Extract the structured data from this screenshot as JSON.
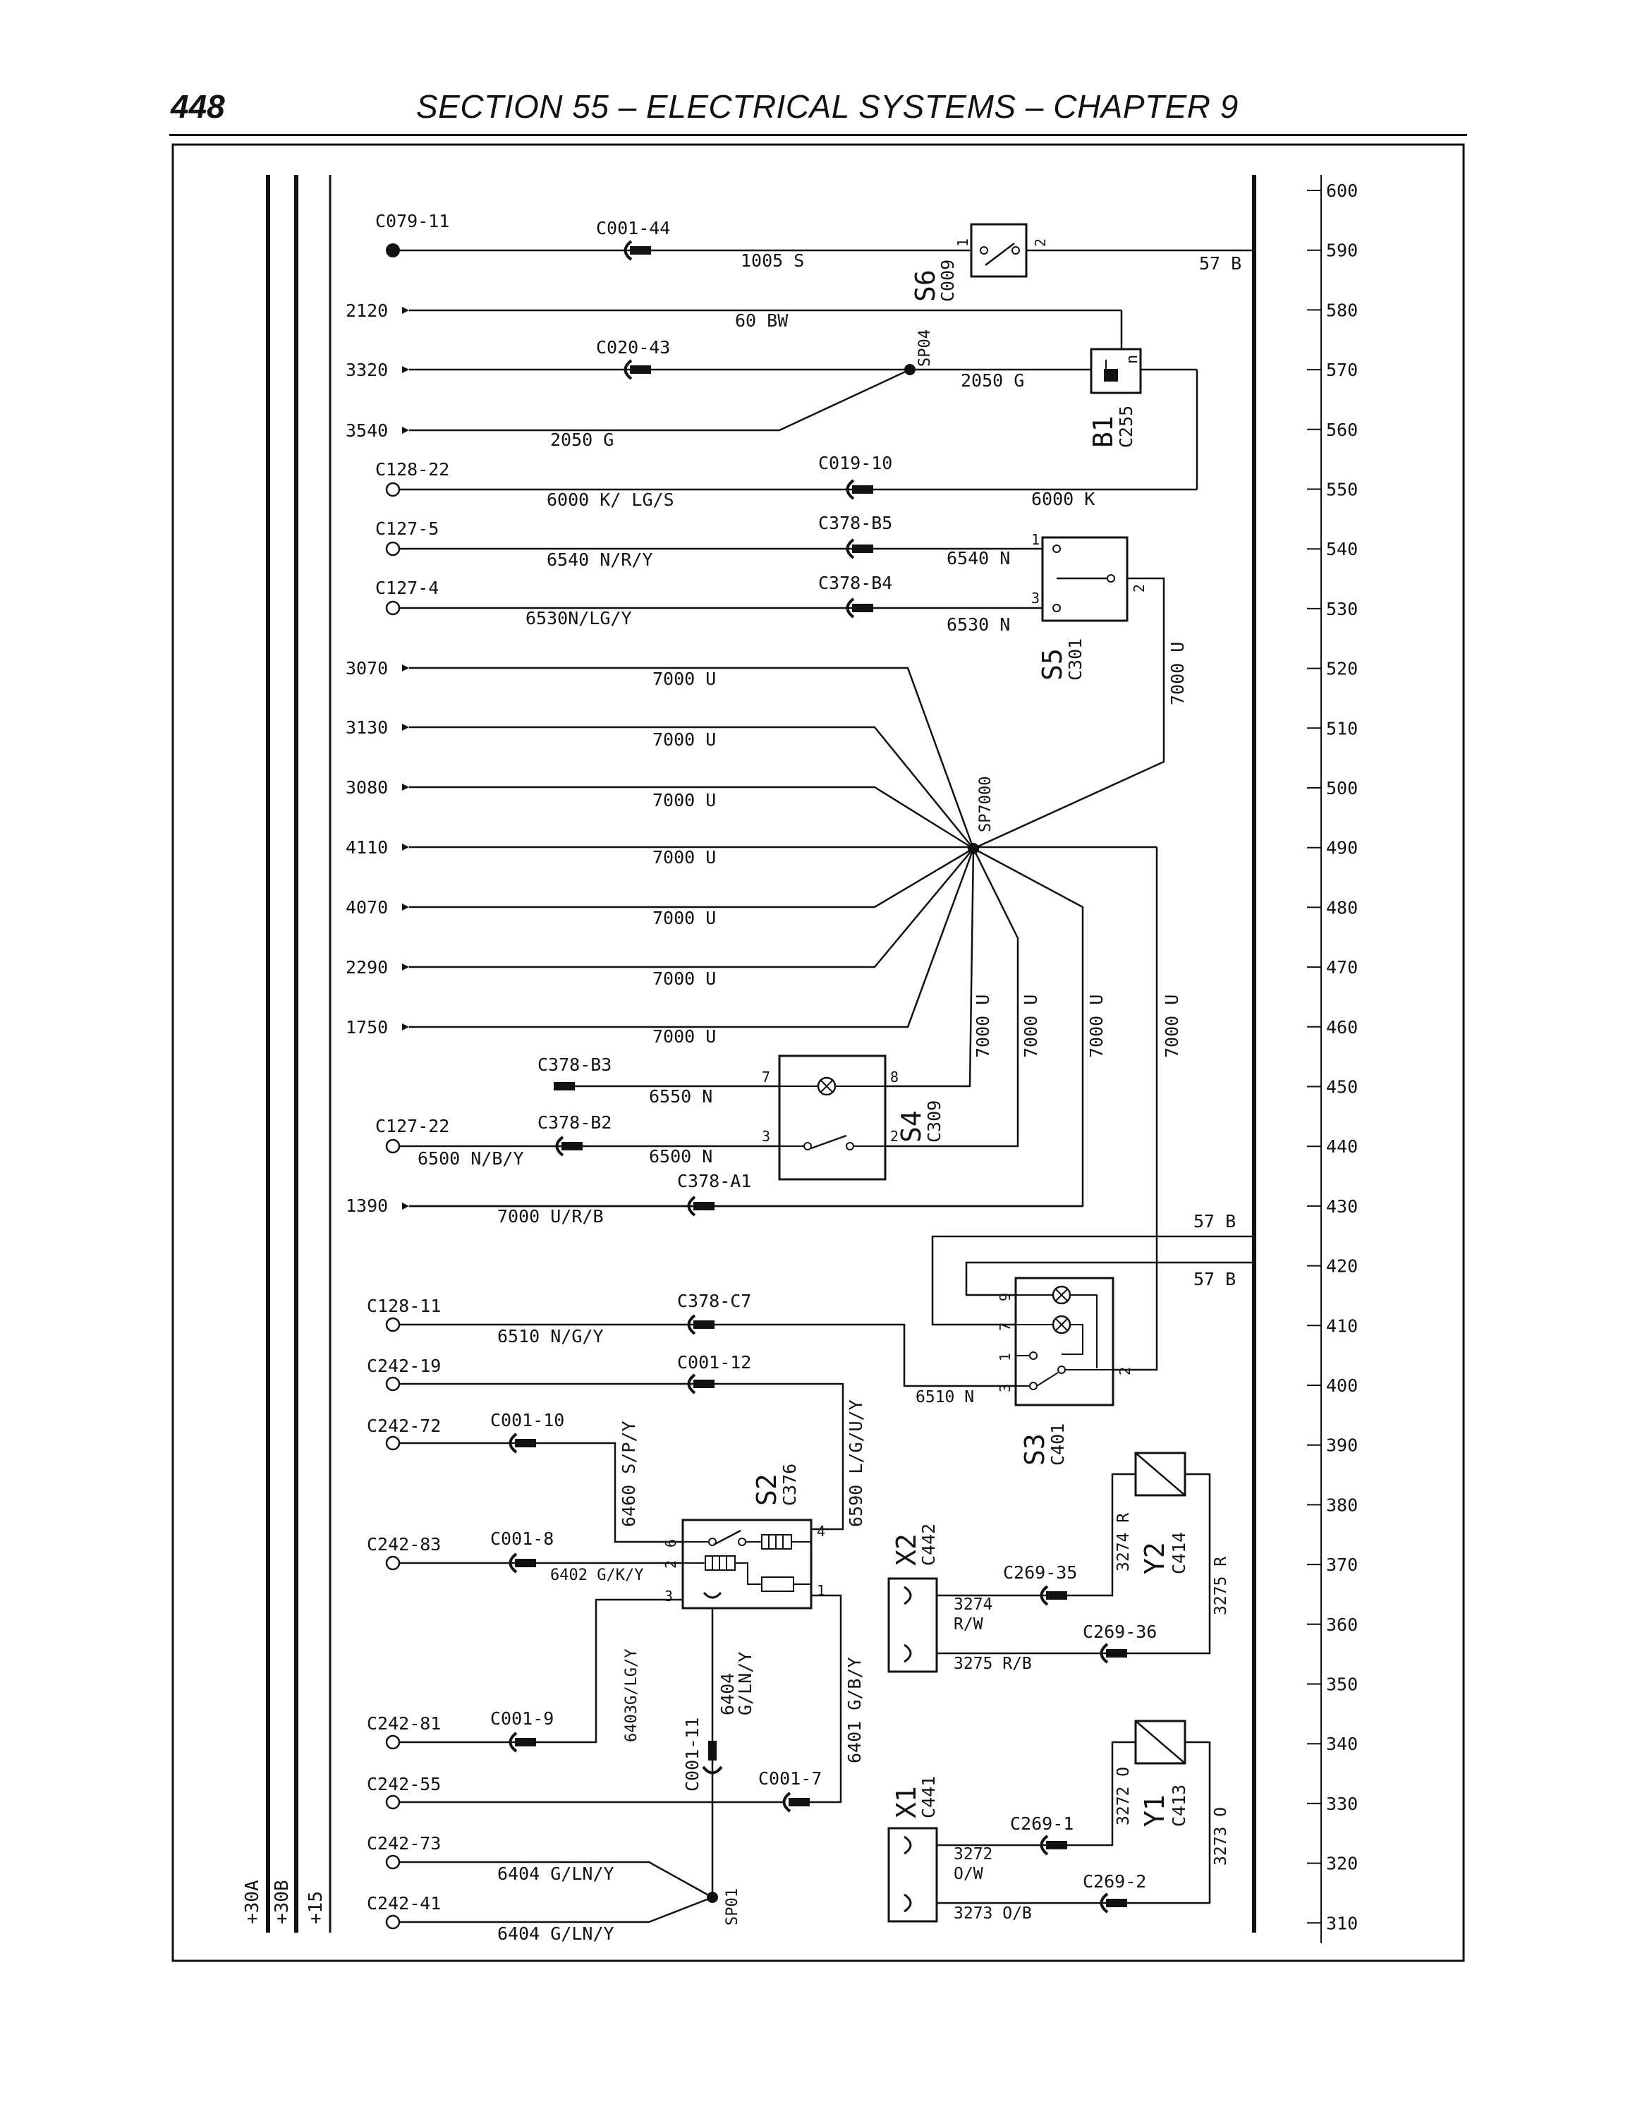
{
  "header": {
    "page_number": "448",
    "title": "SECTION 55 – ELECTRICAL SYSTEMS – CHAPTER 9"
  },
  "rails": [
    "+30A",
    "+30B",
    "+15"
  ],
  "scale": [
    "600",
    "590",
    "580",
    "570",
    "560",
    "550",
    "540",
    "530",
    "520",
    "510",
    "500",
    "490",
    "480",
    "470",
    "460",
    "450",
    "440",
    "430",
    "420",
    "410",
    "400",
    "390",
    "380",
    "370",
    "360",
    "350",
    "340",
    "330",
    "320",
    "310"
  ],
  "connectors": [
    "C079-11",
    "C001-44",
    "C020-43",
    "C019-10",
    "C128-22",
    "C127-5",
    "C127-4",
    "C378-B5",
    "C378-B4",
    "C378-B3",
    "C378-B2",
    "C127-22",
    "C378-A1",
    "C128-11",
    "C378-C7",
    "C242-19",
    "C001-12",
    "C242-72",
    "C001-10",
    "C242-83",
    "C001-8",
    "C242-81",
    "C001-9",
    "C242-55",
    "C001-7",
    "C001-11",
    "C242-73",
    "C242-41",
    "C269-35",
    "C269-36",
    "C269-1",
    "C269-2"
  ],
  "sheet_refs": [
    "2120",
    "3320",
    "3540",
    "3070",
    "3130",
    "3080",
    "4110",
    "4070",
    "2290",
    "1750",
    "1390"
  ],
  "components": {
    "S6": {
      "name": "S6",
      "code": "C009"
    },
    "B1": {
      "name": "B1",
      "code": "C255"
    },
    "S5": {
      "name": "S5",
      "code": "C301"
    },
    "S4": {
      "name": "S4",
      "code": "C309"
    },
    "S3": {
      "name": "S3",
      "code": "C401"
    },
    "S2": {
      "name": "S2",
      "code": "C376"
    },
    "X2": {
      "name": "X2",
      "code": "C442"
    },
    "Y2": {
      "name": "Y2",
      "code": "C414"
    },
    "X1": {
      "name": "X1",
      "code": "C441"
    },
    "Y1": {
      "name": "Y1",
      "code": "C413"
    }
  },
  "splices": [
    "SP04",
    "SP7000",
    "SP01"
  ],
  "wires": {
    "w1005": "1005 S",
    "w57b_top": "57 B",
    "w60bw": "60 BW",
    "w2050g_a": "2050 G",
    "w2050g_b": "2050 G",
    "w6000_lgs": "6000 K/ LG/S",
    "w6000k": "6000 K",
    "w6540_nry": "6540 N/R/Y",
    "w6540n": "6540 N",
    "w6530_nlgy": "6530N/LG/Y",
    "w6530n": "6530 N",
    "w7000u_s5": "7000 U",
    "w7000u_3070": "7000 U",
    "w7000u_3130": "7000 U",
    "w7000u_3080": "7000 U",
    "w7000u_4110": "7000 U",
    "w7000u_4070": "7000 U",
    "w7000u_2290": "7000 U",
    "w7000u_1750": "7000 U",
    "w7000u_v1": "7000 U",
    "w7000u_v2": "7000 U",
    "w7000u_v3": "7000 U",
    "w7000u_v4": "7000 U",
    "w6550n": "6550 N",
    "w6500_nby": "6500 N/B/Y",
    "w6500n": "6500 N",
    "w7000_urb": "7000 U/R/B",
    "w57b_a": "57 B",
    "w57b_b": "57 B",
    "w6510_ngy": "6510 N/G/Y",
    "w6510n": "6510 N",
    "w6460": "6460 S/P/Y",
    "w6590": "6590 L/G/U/Y",
    "w6402": "6402 G/K/Y",
    "w6403": "6403G/LG/Y",
    "w6404_a": "6404",
    "w6404_b": "G/LN/Y",
    "w6401": "6401 G/B/Y",
    "w6404_c": "6404 G/LN/Y",
    "w6404_d": "6404 G/LN/Y",
    "w3274r": "3274 R",
    "w3274_a": "3274",
    "w3274_b": "R/W",
    "w3275r": "3275 R",
    "w3275rb": "3275 R/B",
    "w3272o": "3272 O",
    "w3272_a": "3272",
    "w3272_b": "O/W",
    "w3273o": "3273 O",
    "w3273ob": "3273 O/B"
  },
  "pins": {
    "p1": "1",
    "p2": "2",
    "p3": "3",
    "p4": "4",
    "p6": "6",
    "p7": "7",
    "p8": "8",
    "p9": "9",
    "pn": "n"
  }
}
